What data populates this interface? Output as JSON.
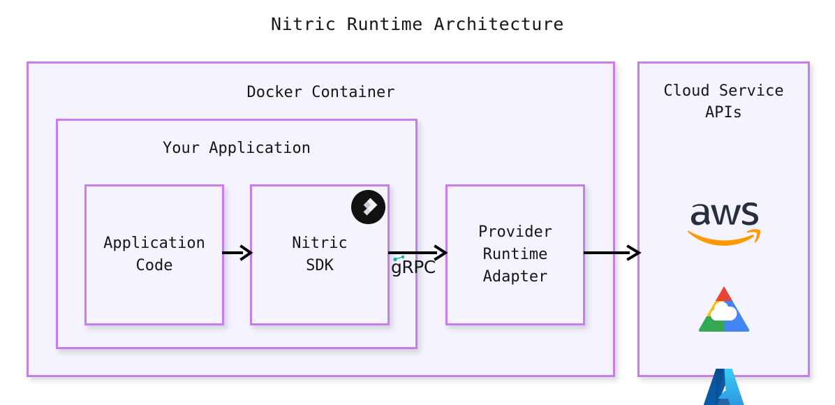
{
  "title": "Nitric Runtime Architecture",
  "colors": {
    "box_border": "#c77deb",
    "box_fill": "#f5f3fe",
    "page_background": "#ffffff",
    "text": "#15161c",
    "arrow": "#000000",
    "aws_text": "#252f3e",
    "aws_smile": "#f90",
    "gcp_red": "#ea4335",
    "gcp_blue": "#4285f4",
    "gcp_yellow": "#fbbc05",
    "gcp_green": "#34a853",
    "azure_dark": "#0f6cbd",
    "azure_light": "#32bdea",
    "grpc_accent": "#00b39b",
    "nitric_badge_bg": "#111111",
    "nitric_badge_mark": "#e8e8ef"
  },
  "containers": {
    "docker": {
      "label": "Docker Container"
    },
    "your_application": {
      "label": "Your Application"
    },
    "cloud_service_apis": {
      "label": "Cloud Service\nAPIs"
    }
  },
  "nodes": {
    "application_code": {
      "label": "Application\nCode"
    },
    "nitric_sdk": {
      "label": "Nitric\nSDK",
      "badge_icon": "nitric-logo-icon"
    },
    "provider_runtime_adapter": {
      "label": "Provider\nRuntime\nAdapter"
    }
  },
  "edges": [
    {
      "id": "code-to-sdk",
      "from": "application_code",
      "to": "nitric_sdk",
      "label": ""
    },
    {
      "id": "sdk-to-adapter",
      "from": "nitric_sdk",
      "to": "provider_runtime_adapter",
      "label": "gRPC"
    },
    {
      "id": "adapter-to-cloud",
      "from": "provider_runtime_adapter",
      "to": "cloud_service_apis",
      "label": ""
    }
  ],
  "cloud_providers": [
    {
      "id": "aws",
      "name": "aws",
      "icon": "aws-logo-icon"
    },
    {
      "id": "gcp",
      "name": "Google Cloud",
      "icon": "google-cloud-logo-icon"
    },
    {
      "id": "azure",
      "name": "Microsoft Azure",
      "icon": "azure-logo-icon"
    }
  ]
}
